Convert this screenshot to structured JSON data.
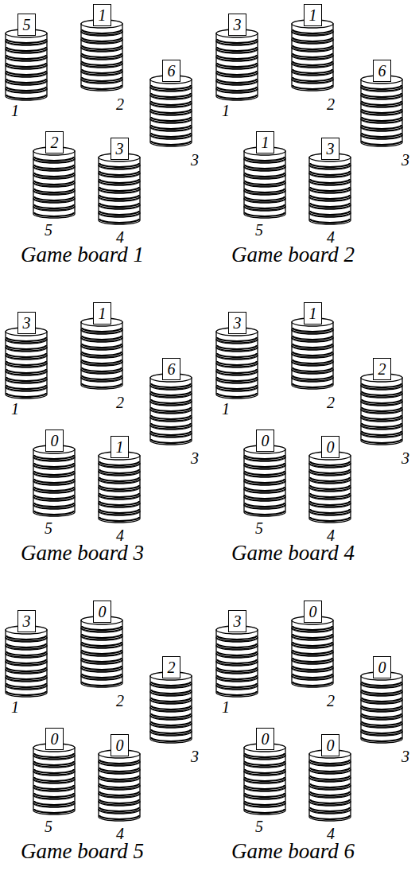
{
  "diagram": {
    "nodes": [
      {
        "text": [
          "5"
        ]
      },
      {
        "text": [
          "1"
        ]
      },
      {
        "text": [
          "6"
        ]
      },
      {
        "text": [
          "2"
        ]
      },
      {
        "text": [
          "3"
        ]
      },
      {
        "text": [
          "3"
        ]
      },
      {
        "text": [
          "1"
        ]
      },
      {
        "text": [
          "6"
        ]
      },
      {
        "text": [
          "1"
        ]
      },
      {
        "text": [
          "3"
        ]
      },
      {
        "text": [
          "3"
        ]
      },
      {
        "text": [
          "1"
        ]
      },
      {
        "text": [
          "6"
        ]
      },
      {
        "text": [
          "0"
        ]
      },
      {
        "text": [
          "1"
        ]
      },
      {
        "text": [
          "3"
        ]
      },
      {
        "text": [
          "1"
        ]
      },
      {
        "text": [
          "2"
        ]
      },
      {
        "text": [
          "0"
        ]
      },
      {
        "text": [
          "0"
        ]
      },
      {
        "text": [
          "3"
        ]
      },
      {
        "text": [
          "0"
        ]
      },
      {
        "text": [
          "2"
        ]
      },
      {
        "text": [
          "0"
        ]
      },
      {
        "text": [
          "0"
        ]
      },
      {
        "text": [
          "3"
        ]
      },
      {
        "text": [
          "0"
        ]
      },
      {
        "text": [
          "0"
        ]
      },
      {
        "text": [
          "0"
        ]
      },
      {
        "text": [
          "0"
        ]
      }
    ],
    "labels": [
      "1",
      "2",
      "3",
      "5",
      "4",
      "Game board 1",
      "1",
      "2",
      "3",
      "5",
      "4",
      "Game board 2",
      "1",
      "2",
      "3",
      "5",
      "4",
      "Game board 3",
      "1",
      "2",
      "3",
      "5",
      "4",
      "Game board 4",
      "1",
      "2",
      "3",
      "5",
      "4",
      "Game board 5",
      "1",
      "2",
      "3",
      "5",
      "4",
      "Game board 6"
    ]
  }
}
